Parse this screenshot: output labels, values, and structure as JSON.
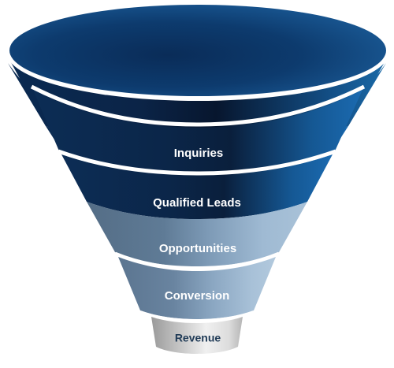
{
  "funnel": {
    "stages": [
      {
        "label": "Inquiries"
      },
      {
        "label": "Qualified Leads"
      },
      {
        "label": "Opportunities"
      },
      {
        "label": "Conversion"
      },
      {
        "label": "Revenue"
      }
    ]
  },
  "colors": {
    "rim_top": "#0d3a66",
    "navy_dark": "#0a1f3c",
    "navy_mid": "#155894",
    "steel_dark": "#4a6682",
    "steel_light": "#98b4ce",
    "silver_dark": "#8c8c8c",
    "silver_light": "#f2f2f2",
    "separator": "#ffffff"
  }
}
